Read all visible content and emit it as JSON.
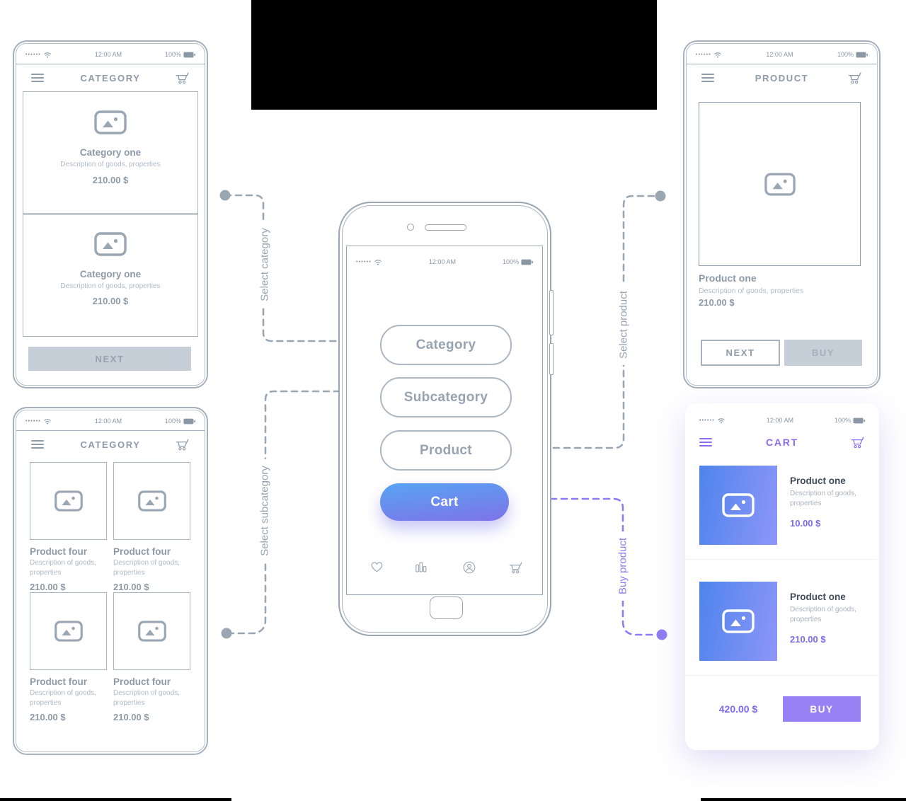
{
  "status_bar": {
    "signal_dots": "••••••",
    "time": "12:00 AM",
    "battery_percent": "100%"
  },
  "colors": {
    "wireframe_gray": "#9AA6B2",
    "accent_purple": "#8B6CF3",
    "price_purple": "#7A6BF0",
    "gradient_blue": "#58A4F3",
    "gradient_violet": "#7E73E9",
    "thumb_gradient_start": "#4E84EC",
    "thumb_gradient_end": "#8E96F8",
    "buy_button_purple": "#9781F4"
  },
  "icons": {
    "menu": "menu-icon",
    "cart": "cart-icon",
    "wifi": "wifi-icon",
    "battery": "battery-icon",
    "image_placeholder": "image-placeholder-icon",
    "heart": "heart-icon",
    "stats": "stats-icon",
    "profile": "profile-icon",
    "home": "home-button"
  },
  "category_screen": {
    "title": "CATEGORY",
    "cards": [
      {
        "name": "Category one",
        "description": "Description of goods, properties",
        "price": "210.00 $"
      },
      {
        "name": "Category one",
        "description": "Description of goods, properties",
        "price": "210.00 $"
      }
    ],
    "next_label": "NEXT"
  },
  "subcategory_screen": {
    "title": "CATEGORY",
    "products": [
      {
        "name": "Product four",
        "description": "Description of goods, properties",
        "price": "210.00 $"
      },
      {
        "name": "Product four",
        "description": "Description of goods, properties",
        "price": "210.00 $"
      },
      {
        "name": "Product four",
        "description": "Description of goods, properties",
        "price": "210.00 $"
      },
      {
        "name": "Product four",
        "description": "Description of goods, properties",
        "price": "210.00 $"
      }
    ]
  },
  "product_screen": {
    "title": "PRODUCT",
    "product": {
      "name": "Product one",
      "description": "Description of goods, properties",
      "price": "210.00 $"
    },
    "next_label": "NEXT",
    "buy_label": "BUY"
  },
  "cart_screen": {
    "title": "CART",
    "items": [
      {
        "name": "Product one",
        "description": "Description of goods, properties",
        "price": "10.00 $"
      },
      {
        "name": "Product one",
        "description": "Description of goods, properties",
        "price": "210.00 $"
      }
    ],
    "total": "420.00 $",
    "buy_label": "BUY"
  },
  "flow_phone": {
    "buttons": [
      {
        "label": "Category"
      },
      {
        "label": "Subcategory"
      },
      {
        "label": "Product"
      },
      {
        "label": "Cart"
      }
    ],
    "tab_icons": [
      "heart",
      "stats",
      "profile",
      "cart"
    ]
  },
  "connectors": {
    "select_category": "Select category",
    "select_subcategory": "Select subcategory",
    "select_product": "Select product",
    "buy_product": "Buy product"
  }
}
